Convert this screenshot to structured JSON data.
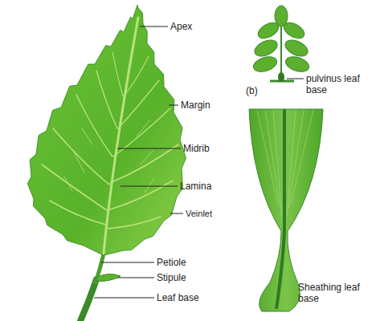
{
  "diagram": {
    "labels": [
      "Apex",
      "Margin",
      "Midrib",
      "Lamina",
      "Veinlet",
      "Petiole",
      "Stipule",
      "Leaf base",
      "(b)",
      "pulvinus leaf base",
      "Sheathing leaf base"
    ]
  }
}
